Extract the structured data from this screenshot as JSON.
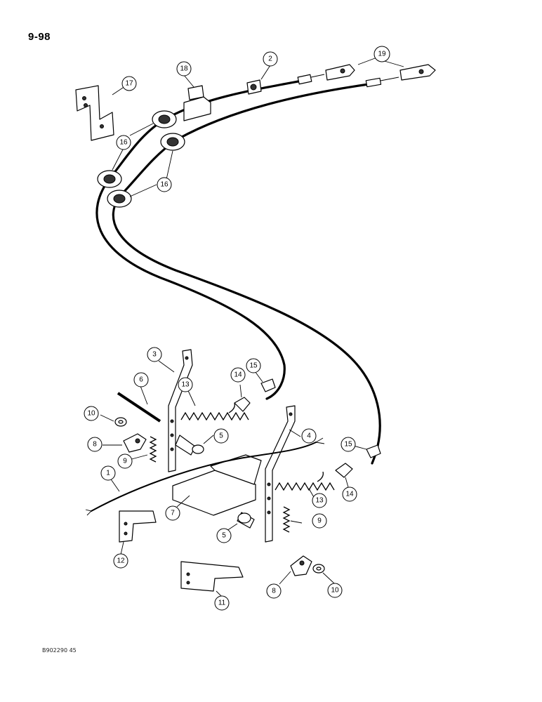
{
  "page_number": "9-98",
  "document_code": "B902290 45",
  "callouts": [
    "1",
    "2",
    "3",
    "4",
    "5",
    "5",
    "6",
    "7",
    "8",
    "8",
    "9",
    "9",
    "10",
    "10",
    "11",
    "12",
    "13",
    "13",
    "14",
    "14",
    "15",
    "15",
    "16",
    "16",
    "16",
    "17",
    "18",
    "19"
  ]
}
